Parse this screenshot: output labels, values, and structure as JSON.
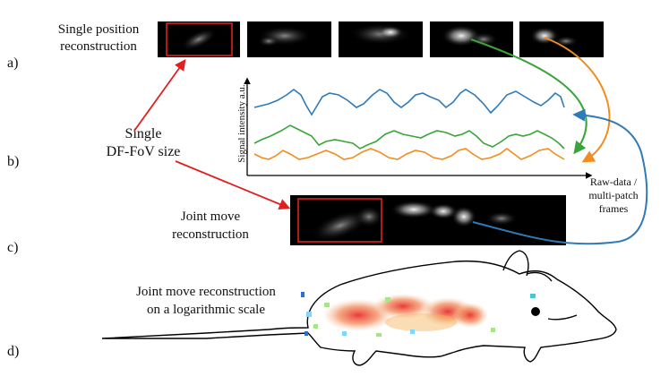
{
  "panel_labels": {
    "a": "a)",
    "b": "b)",
    "c": "c)",
    "d": "d)"
  },
  "texts": {
    "single_position_line1": "Single position",
    "single_position_line2": "reconstruction",
    "single_dffov_line1": "Single",
    "single_dffov_line2": "DF-FoV size",
    "joint_move_line1": "Joint move",
    "joint_move_line2": "reconstruction",
    "log_scale_line1": "Joint move reconstruction",
    "log_scale_line2": "on a logarithmic scale",
    "raw_data_line1": "Raw-data /",
    "raw_data_line2": "multi-patch",
    "raw_data_line3": "frames",
    "y_axis_label": "Signal intensity a.u."
  },
  "colors": {
    "blue": "#2f7ab8",
    "green": "#3aa43a",
    "orange": "#f28c1e",
    "red": "#e02020",
    "frame_bg": "#000000"
  }
}
